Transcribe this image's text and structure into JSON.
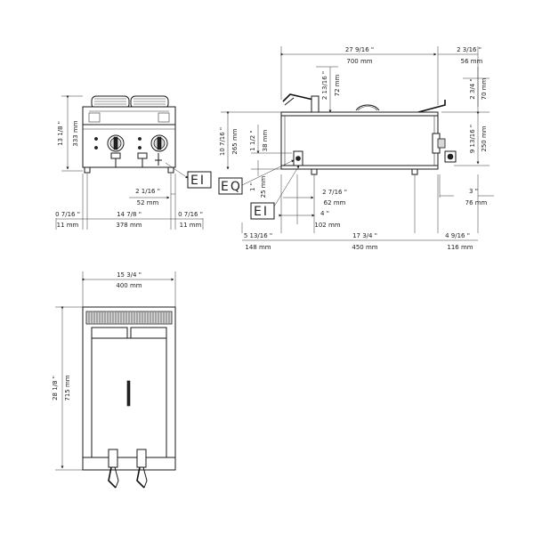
{
  "front_view": {
    "height_in": "13 1/8 \"",
    "height_mm": "333 mm",
    "width_in": "14 7/8 \"",
    "width_mm": "378 mm",
    "left_off_in": "0 7/16 \"",
    "left_off_mm": "11 mm",
    "right_off_in": "0 7/16 \"",
    "right_off_mm": "11 mm",
    "side_in": "2 1/16 \"",
    "side_mm": "52 mm",
    "label_ei": "EI"
  },
  "side_view": {
    "total_in": "27 9/16 \"",
    "total_mm": "700 mm",
    "top_right_in": "2 3/16 \"",
    "top_right_mm": "56 mm",
    "right_in": "2 3/4 \"",
    "right_mm": "70 mm",
    "basket_in": "2 13/16 \"",
    "basket_mm": "72 mm",
    "h_left_in": "10 7/16 \"",
    "h_left_mm": "265 mm",
    "h_right_in": "9 13/16 \"",
    "h_right_mm": "250 mm",
    "small_in": "1 1/2 \"",
    "small_mm": "38 mm",
    "foot_in": "1 \"",
    "foot_mm": "25 mm",
    "d1_in": "2 7/16 \"",
    "d1_mm": "62 mm",
    "d2_in": "4 \"",
    "d2_mm": "102 mm",
    "b1_in": "5 13/16 \"",
    "b1_mm": "148 mm",
    "b2_in": "17 3/4 \"",
    "b2_mm": "450 mm",
    "b3_in": "4 9/16 \"",
    "b3_mm": "116 mm",
    "r1_in": "3 \"",
    "r1_mm": "76 mm",
    "label_eq": "EQ",
    "label_ei": "EI"
  },
  "top_view": {
    "width_in": "15 3/4 \"",
    "width_mm": "400 mm",
    "depth_in": "28 1/8 \"",
    "depth_mm": "715 mm"
  }
}
